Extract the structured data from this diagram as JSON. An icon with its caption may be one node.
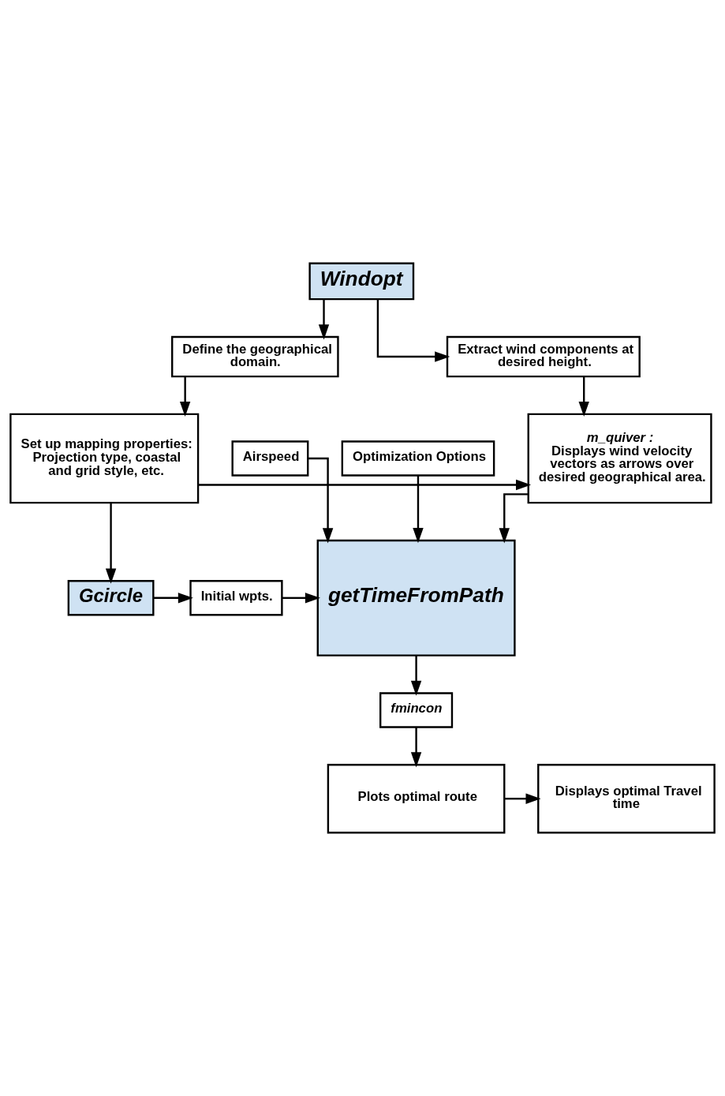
{
  "diagram": {
    "nodes": [
      {
        "text": [
          "Windopt"
        ]
      },
      {
        "text": [
          "Extract wind components at desired height."
        ]
      },
      {
        "text": [
          "Define the geographical domain."
        ]
      },
      {
        "text": [
          "m_quiver :",
          "Displays wind velocity vectors as arrows over desired geographical area."
        ]
      },
      {
        "text": [
          "Set up mapping properties: Projection type, coastal and grid style, etc."
        ]
      },
      {
        "text": [
          "getTimeFromPath"
        ]
      },
      {
        "text": [
          "Initial wpts."
        ]
      },
      {
        "text": [
          "Gcircle"
        ]
      },
      {
        "text": [
          "Airspeed"
        ]
      },
      {
        "text": [
          "Optimization Options"
        ]
      },
      {
        "text": [
          "fmincon"
        ]
      },
      {
        "text": [
          "Plots optimal route"
        ]
      },
      {
        "text": [
          "Displays optimal Travel time"
        ]
      }
    ],
    "edges": [
      {
        "from": 0,
        "to": 1,
        "arrow": "to"
      },
      {
        "from": 0,
        "to": 2,
        "arrow": "to"
      },
      {
        "from": 1,
        "to": 3,
        "arrow": "to"
      },
      {
        "from": 2,
        "to": 4,
        "arrow": "to"
      },
      {
        "from": 4,
        "to": 3,
        "arrow": "to"
      },
      {
        "from": 3,
        "to": 5,
        "arrow": "to"
      },
      {
        "from": 4,
        "to": 7,
        "arrow": "to"
      },
      {
        "from": 7,
        "to": 6,
        "arrow": "to"
      },
      {
        "from": 6,
        "to": 5,
        "arrow": "to"
      },
      {
        "from": 8,
        "to": 5,
        "arrow": "to"
      },
      {
        "from": 9,
        "to": 5,
        "arrow": "to"
      },
      {
        "from": 5,
        "to": 10,
        "arrow": "to"
      },
      {
        "from": 10,
        "to": 11,
        "arrow": "to"
      },
      {
        "from": 11,
        "to": 12,
        "arrow": "to"
      }
    ]
  }
}
